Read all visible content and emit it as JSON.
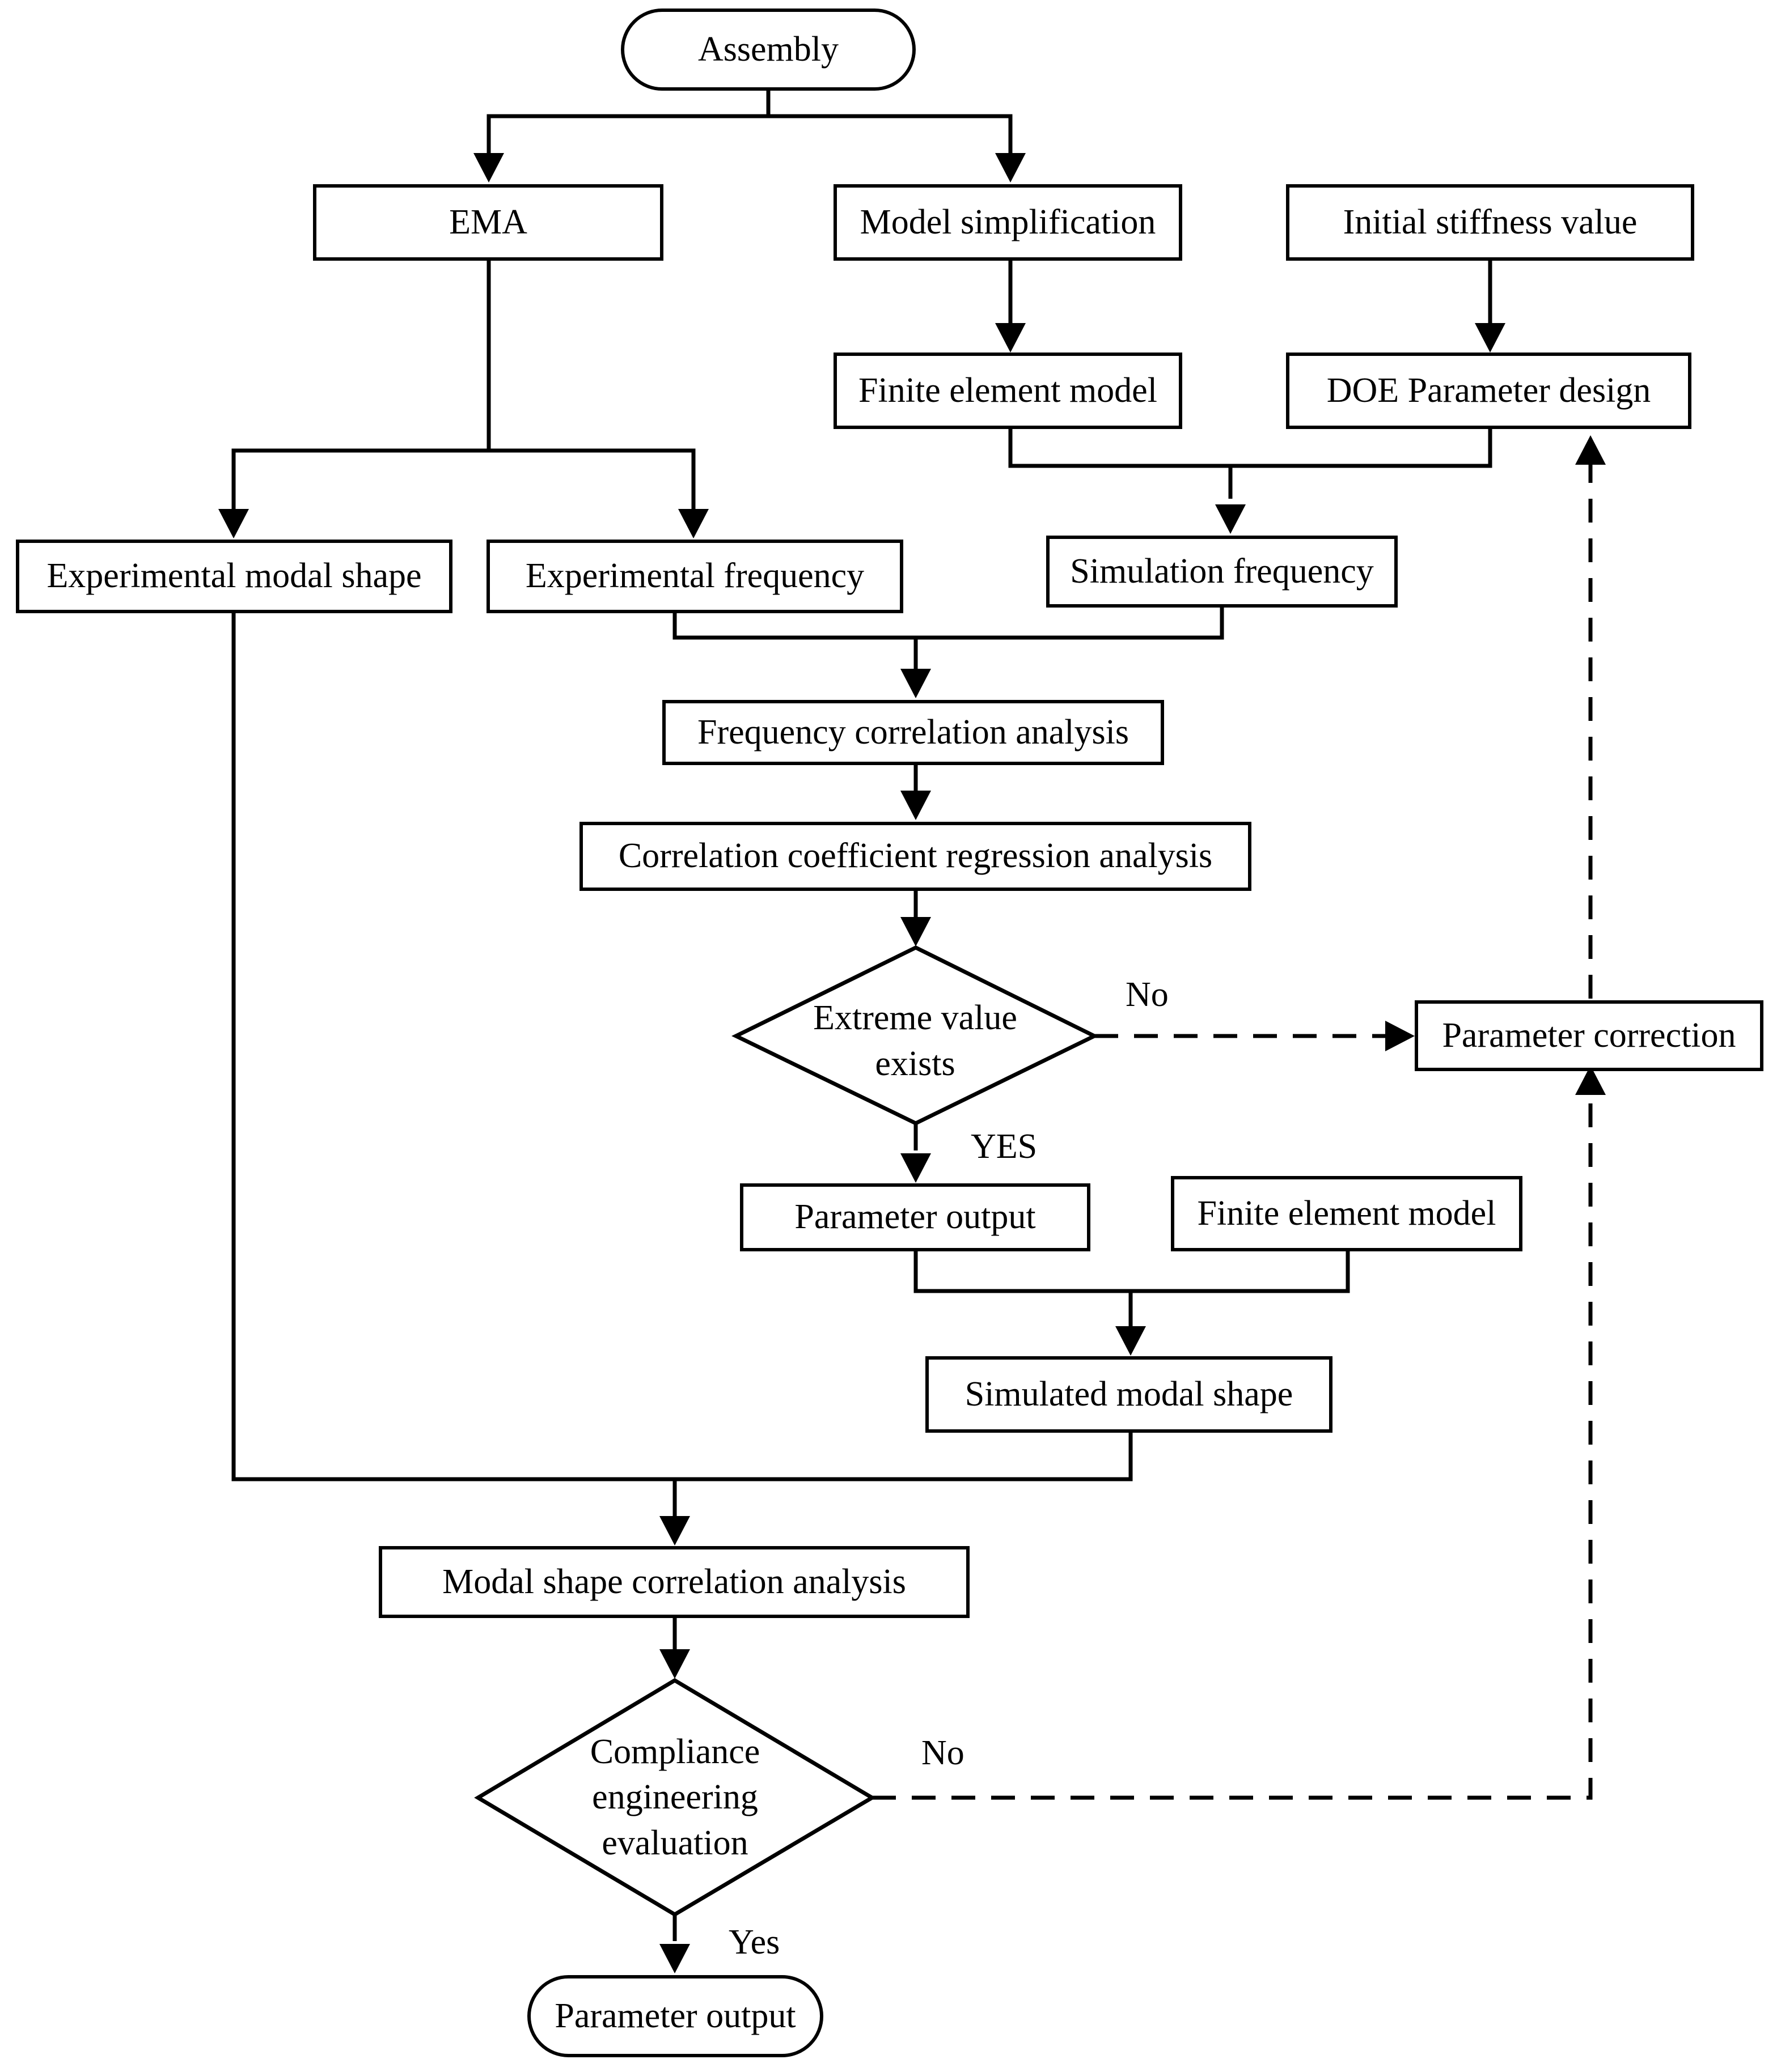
{
  "nodes": {
    "assembly": "Assembly",
    "ema": "EMA",
    "model_simplification": "Model simplification",
    "initial_stiffness": "Initial stiffness value",
    "finite_element_model_top": "Finite element model",
    "doe_parameter_design": "DOE Parameter design",
    "experimental_modal_shape": "Experimental modal shape",
    "experimental_frequency": "Experimental frequency",
    "simulation_frequency": "Simulation frequency",
    "frequency_correlation": "Frequency correlation analysis",
    "correlation_regression": "Correlation coefficient regression analysis",
    "extreme_value_line1": "Extreme value",
    "extreme_value_line2": "exists",
    "parameter_correction": "Parameter correction",
    "parameter_output_mid": "Parameter output",
    "finite_element_model_mid": "Finite element model",
    "simulated_modal_shape": "Simulated modal shape",
    "modal_shape_correlation": "Modal shape correlation analysis",
    "compliance_line1": "Compliance",
    "compliance_line2": "engineering",
    "compliance_line3": "evaluation",
    "parameter_output_final": "Parameter output"
  },
  "edge_labels": {
    "no_top": "No",
    "yes_top": "YES",
    "no_bottom": "No",
    "yes_bottom": "Yes"
  }
}
